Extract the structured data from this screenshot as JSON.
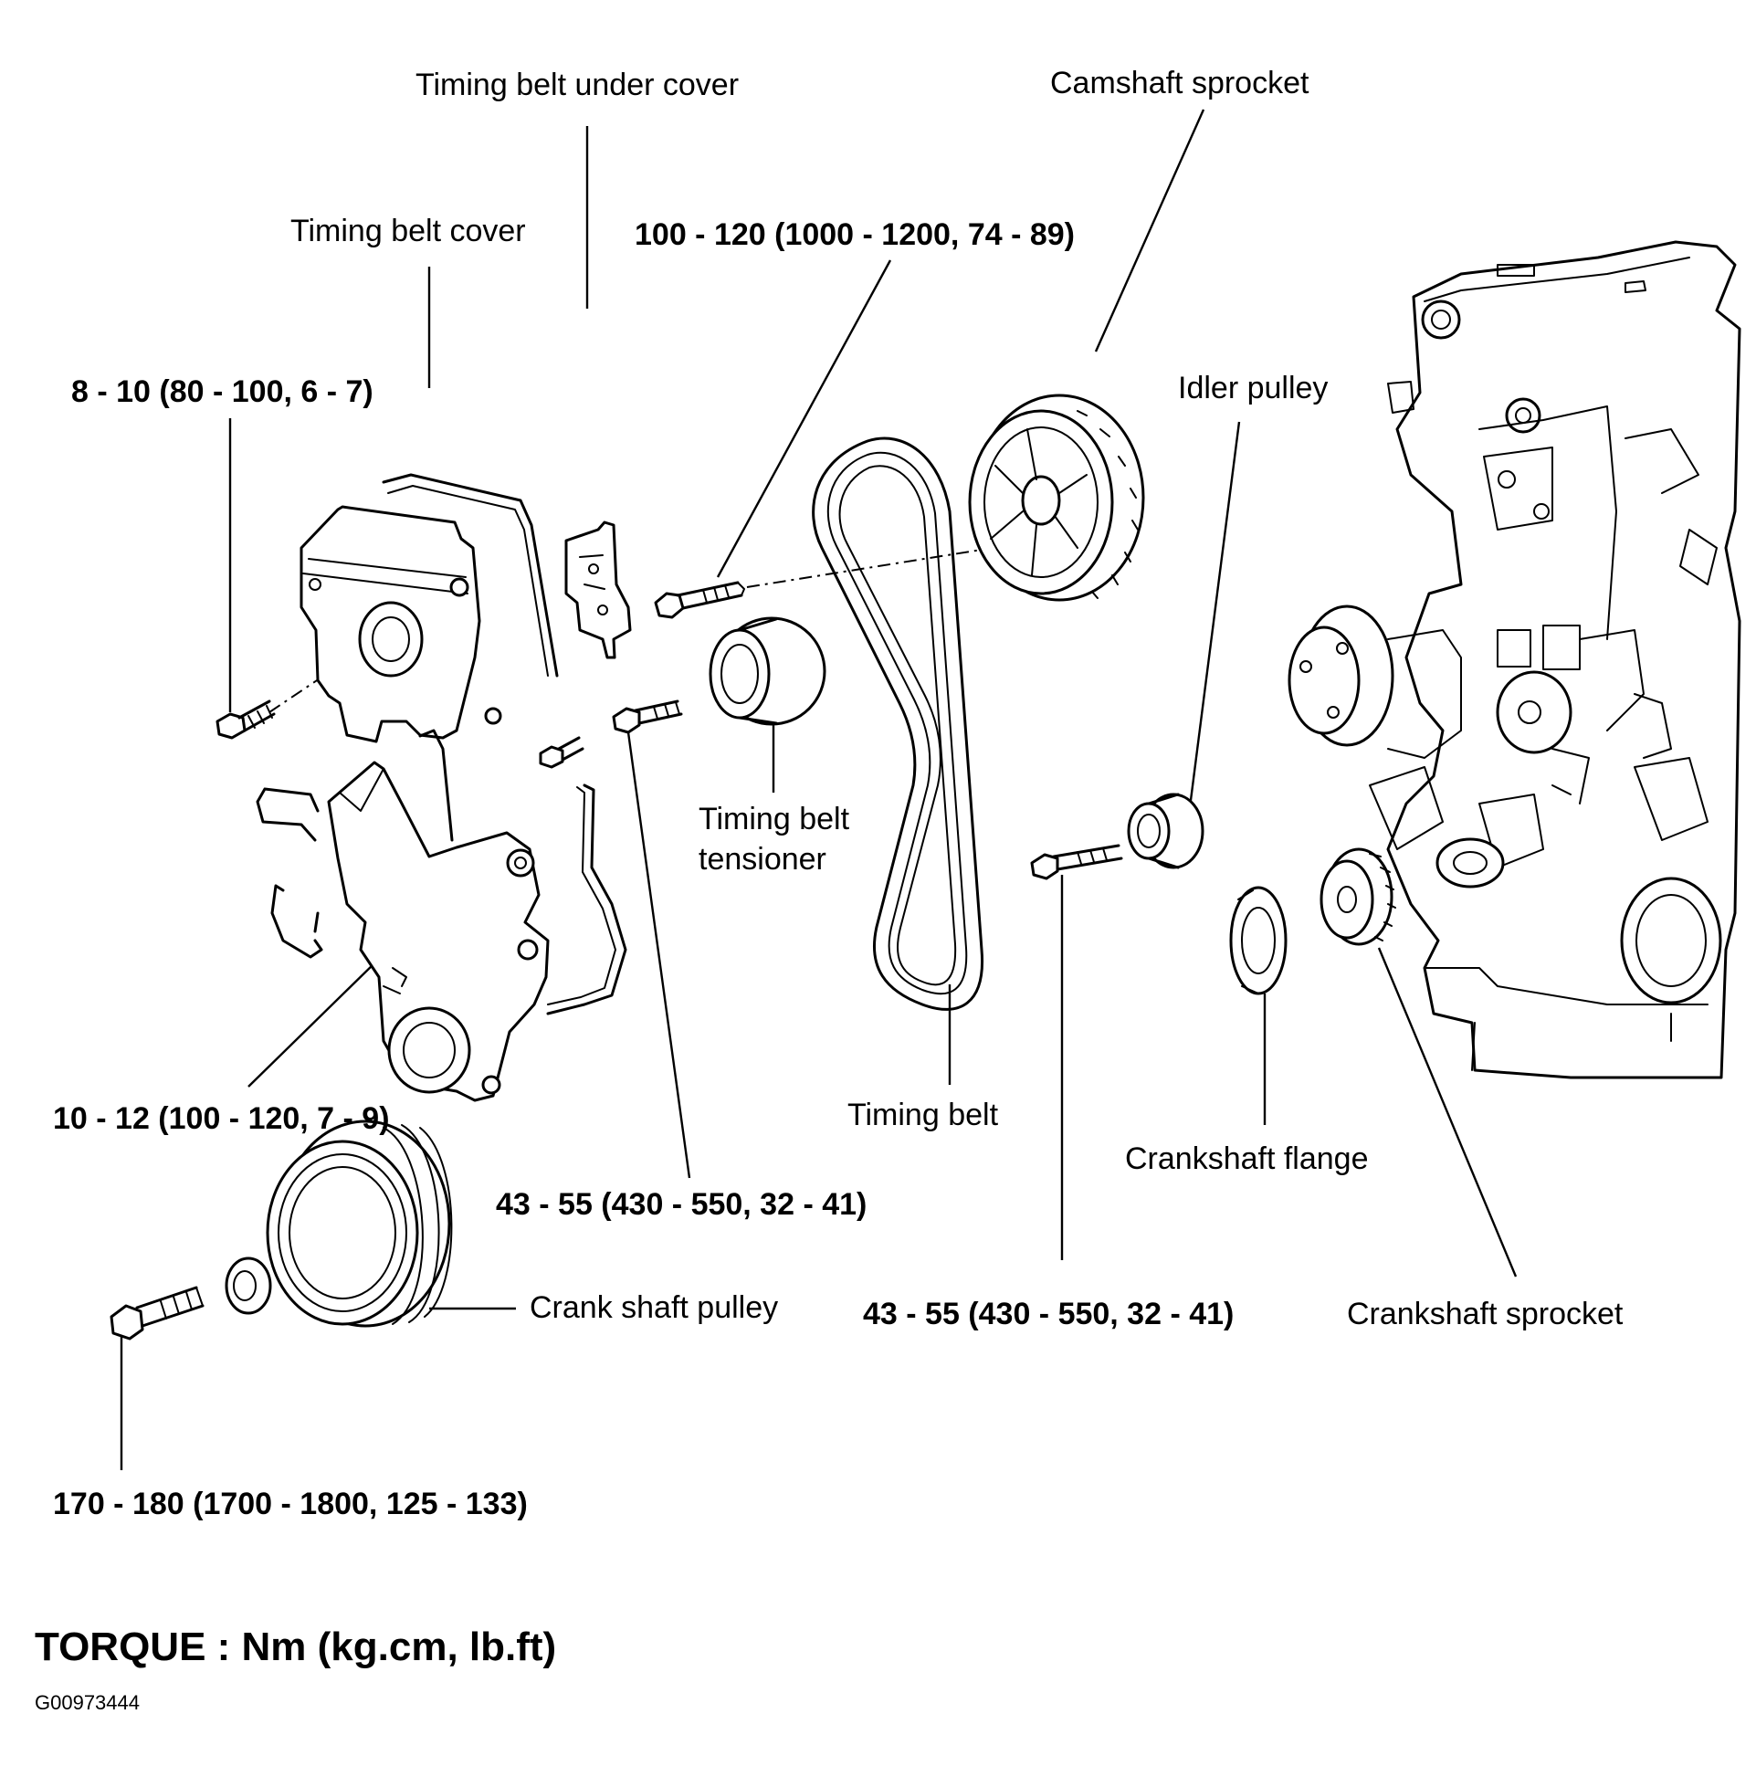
{
  "labels": {
    "timing_belt_under_cover": "Timing belt under cover",
    "camshaft_sprocket": "Camshaft sprocket",
    "timing_belt_cover": "Timing belt cover",
    "torque_100_120": "100 - 120 (1000 - 1200, 74 - 89)",
    "torque_8_10": "8 - 10 (80 - 100, 6 - 7)",
    "idler_pulley": "Idler pulley",
    "timing_belt_tensioner_line1": "Timing belt",
    "timing_belt_tensioner_line2": "tensioner",
    "torque_10_12": "10 - 12 (100 - 120, 7 - 9)",
    "timing_belt": "Timing belt",
    "crankshaft_flange": "Crankshaft flange",
    "torque_43_55_a": "43 - 55 (430 - 550, 32 - 41)",
    "crank_shaft_pulley": "Crank shaft pulley",
    "torque_43_55_b": "43 - 55 (430 - 550, 32 - 41)",
    "crankshaft_sprocket": "Crankshaft sprocket",
    "torque_170_180": "170 - 180 (1700 - 1800, 125 - 133)"
  },
  "torque_legend": "TORQUE : Nm (kg.cm, lb.ft)",
  "figure_code": "G00973444"
}
